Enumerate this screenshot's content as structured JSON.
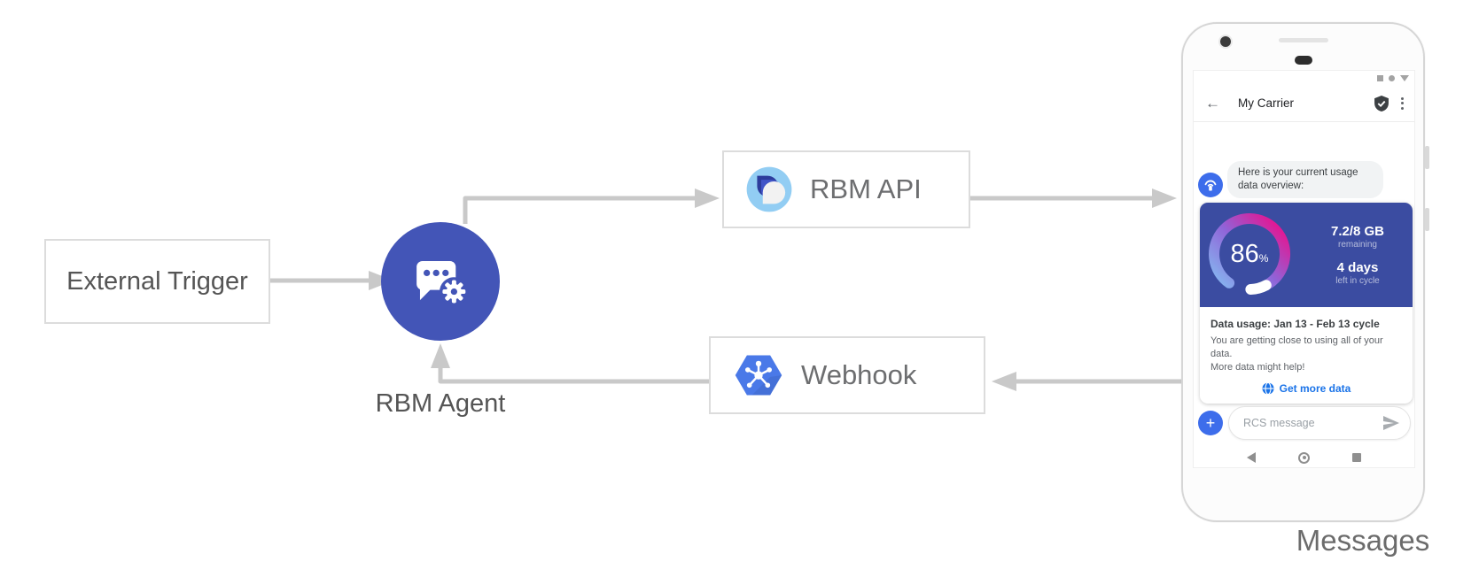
{
  "diagram": {
    "external_trigger_label": "External Trigger",
    "rbm_agent_label": "RBM Agent",
    "rbm_api_label": "RBM API",
    "webhook_label": "Webhook",
    "phone_caption": "Messages"
  },
  "phone": {
    "header": {
      "title": "My Carrier"
    },
    "chat_bubble": {
      "line1": "Here is your current usage",
      "line2": "data overview:"
    },
    "usage_card": {
      "percent": 86,
      "percent_display": "86",
      "percent_unit": "%",
      "remaining_value": "7.2/8 GB",
      "remaining_label": "remaining",
      "days_value": "4 days",
      "days_label": "left in cycle",
      "cycle_title": "Data usage: Jan 13 - Feb 13 cycle",
      "body_line1": "You are getting close to using all of your data.",
      "body_line2": "More data might help!",
      "cta_label": "Get more data"
    },
    "composer": {
      "placeholder": "RCS message"
    }
  },
  "icons": {
    "back_arrow": "←",
    "plus": "+"
  },
  "colors": {
    "agent_blue": "#4355b7",
    "card_blue": "#3b4ca1",
    "composer_blue": "#3d6deb",
    "link_blue": "#1a73e8",
    "arrow_grey": "#c9c9c9",
    "gauge_start": "#85b8f0",
    "gauge_mid": "#9064d8",
    "gauge_end": "#eb0f8c"
  }
}
